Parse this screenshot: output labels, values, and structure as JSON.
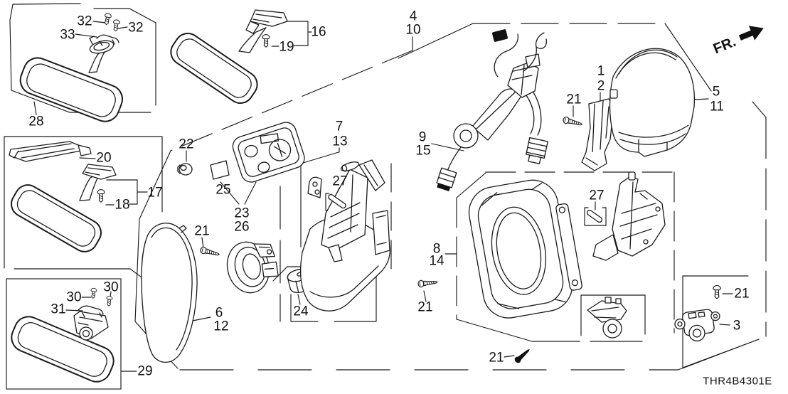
{
  "diagram": {
    "code": "THR4B4301E",
    "fr_label": "FR.",
    "line_color": "#1a1a1a",
    "bg_color": "#ffffff"
  },
  "callouts": {
    "c1": "1",
    "c2": "2",
    "c3": "3",
    "c4": "4",
    "c5": "5",
    "c6": "6",
    "c7": "7",
    "c8": "8",
    "c9": "9",
    "c10": "10",
    "c11": "11",
    "c12": "12",
    "c13": "13",
    "c14": "14",
    "c15": "15",
    "c16": "16",
    "c17": "17",
    "c18": "18",
    "c19": "19",
    "c20": "20",
    "c21_glass": "21",
    "c21_housing": "21",
    "c21_pivot": "21",
    "c21_harness": "21",
    "c21_camera": "21",
    "c22": "22",
    "c23": "23",
    "c24": "24",
    "c25": "25",
    "c26": "26",
    "c27_left": "27",
    "c27_right": "27",
    "c28": "28",
    "c29": "29",
    "c30_left": "30",
    "c30_right": "30",
    "c31": "31",
    "c32_left": "32",
    "c32_right": "32",
    "c33": "33"
  }
}
